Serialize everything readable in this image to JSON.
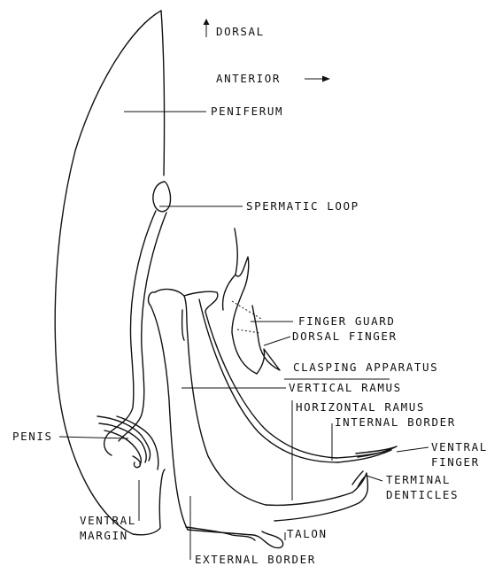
{
  "orientation": {
    "dorsal": "DORSAL",
    "anterior": "ANTERIOR"
  },
  "labels": {
    "peniferum": "PENIFERUM",
    "spermatic_loop": "SPERMATIC LOOP",
    "finger_guard": "FINGER GUARD",
    "dorsal_finger": "DORSAL FINGER",
    "clasping_apparatus": "CLASPING APPARATUS",
    "vertical_ramus": "VERTICAL RAMUS",
    "horizontal_ramus": "HORIZONTAL RAMUS",
    "internal_border": "INTERNAL BORDER",
    "ventral_finger_1": "VENTRAL",
    "ventral_finger_2": "FINGER",
    "terminal_denticles_1": "TERMINAL",
    "terminal_denticles_2": "DENTICLES",
    "penis": "PENIS",
    "ventral_margin_1": "VENTRAL",
    "ventral_margin_2": "MARGIN",
    "talon": "TALON",
    "external_border": "EXTERNAL BORDER"
  }
}
